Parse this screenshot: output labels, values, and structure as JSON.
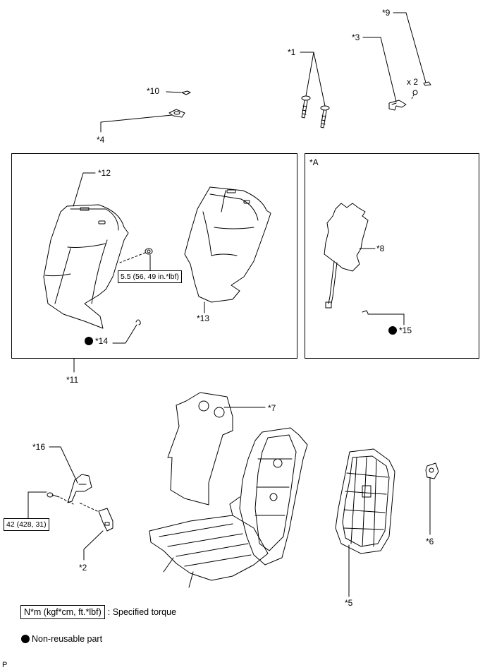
{
  "callouts": {
    "c1": "*1",
    "c2": "*2",
    "c3": "*3",
    "c4": "*4",
    "c5": "*5",
    "c6": "*6",
    "c7": "*7",
    "c8": "*8",
    "c9": "*9",
    "c10": "*10",
    "c11": "*11",
    "c12": "*12",
    "c13": "*13",
    "c14": "*14",
    "c15": "*15",
    "c16": "*16"
  },
  "qty_x2": "x 2",
  "inset_a_label": "*A",
  "torque_values": {
    "seatback_bolt": "5.5 (56, 49 in.*lbf)",
    "belt_anchor_bolt": "42 (428, 31)"
  },
  "legend": {
    "torque_unit": "N*m (kgf*cm, ft.*lbf)",
    "torque_desc": ": Specified torque",
    "nonreusable_desc": "Non-reusable part"
  },
  "corner_mark": "P"
}
